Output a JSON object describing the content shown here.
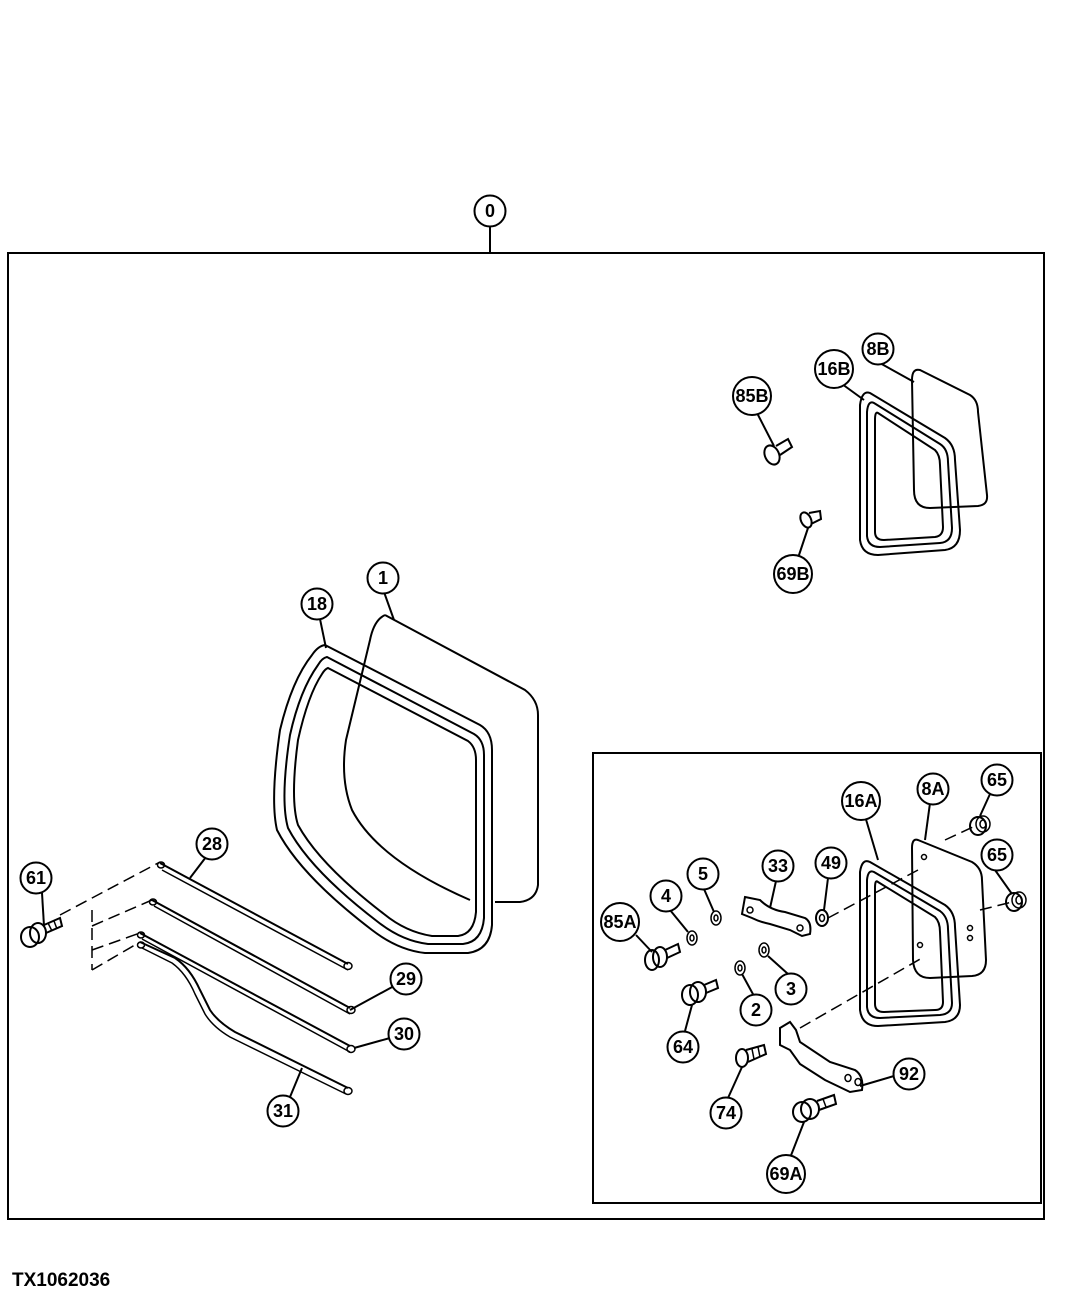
{
  "figure_id": "TX1062036",
  "callouts": {
    "c0": "0",
    "c1": "1",
    "c18": "18",
    "c28": "28",
    "c29": "29",
    "c30": "30",
    "c31": "31",
    "c61": "61",
    "c8B": "8B",
    "c16B": "16B",
    "c85B": "85B",
    "c69B": "69B",
    "c16A": "16A",
    "c8A": "8A",
    "c65a": "65",
    "c65b": "65",
    "c33": "33",
    "c49": "49",
    "c5": "5",
    "c4": "4",
    "c85A": "85A",
    "c3": "3",
    "c2": "2",
    "c64": "64",
    "c92": "92",
    "c74": "74",
    "c69A": "69A"
  }
}
